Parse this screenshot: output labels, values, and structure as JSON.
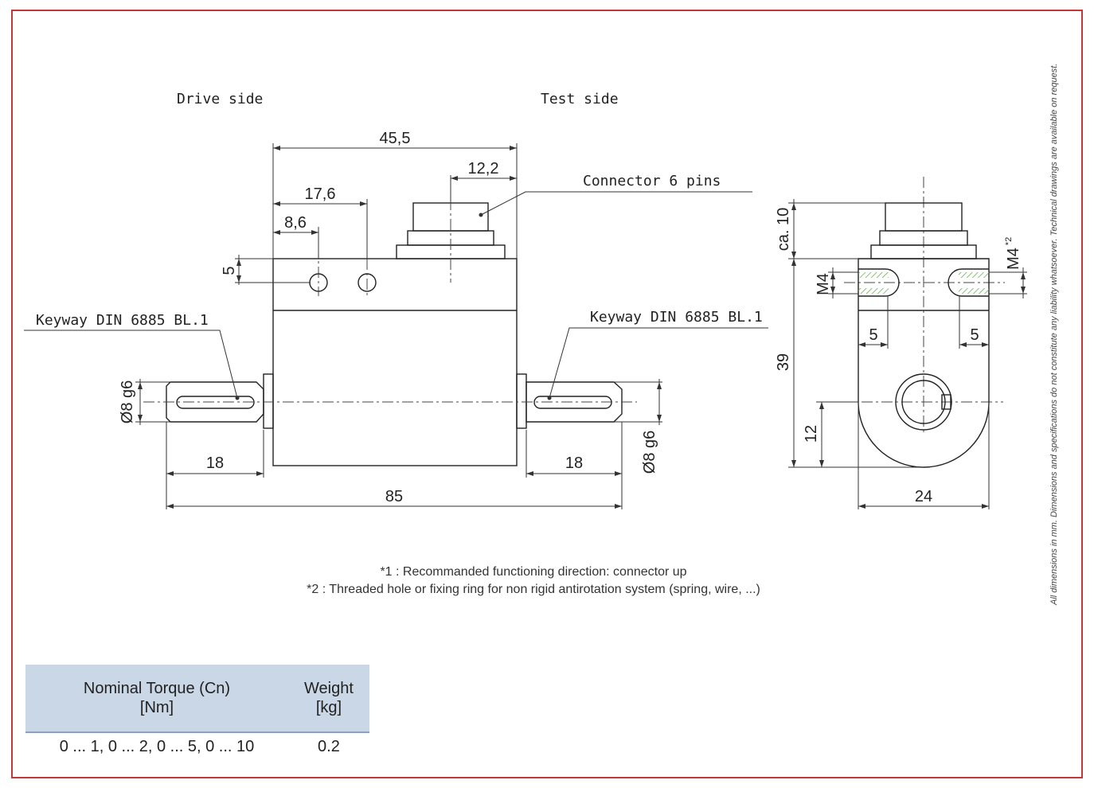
{
  "labels": {
    "drive_side": "Drive side",
    "test_side": "Test side",
    "connector": "Connector 6 pins",
    "keyway_left": "Keyway DIN 6885 BL.1",
    "keyway_right": "Keyway DIN 6885 BL.1"
  },
  "dimensions": {
    "overall_body": "45,5",
    "connector_offset": "12,2",
    "hole2": "17,6",
    "hole1": "8,6",
    "hole_height": "5",
    "shaft_left_dia": "Ø8 g6",
    "shaft_right_dia": "Ø8 g6",
    "shaft_left_len": "18",
    "shaft_right_len": "18",
    "total_length": "85",
    "connector_height": "ca. 10",
    "thread_left": "M4",
    "thread_right": "M4",
    "thread_note_mark": "*2",
    "thread_depth_left": "5",
    "thread_depth_right": "5",
    "body_height": "39",
    "axis_height": "12",
    "body_width": "24"
  },
  "notes": {
    "note1": "*1 : Recommanded functioning direction: connector up",
    "note2": "*2 : Threaded hole or fixing ring for non rigid antirotation system (spring, wire, ...)"
  },
  "disclaimer": "All dimensions in mm. Dimensions and specifications do not constitute any liability whatsoever. Technical drawings are available on request.",
  "spec_table": {
    "headers": [
      "Nominal Torque (Cn)\n[Nm]",
      "Weight\n[kg]"
    ],
    "header1_line1": "Nominal Torque (Cn)",
    "header1_line2": "[Nm]",
    "header2_line1": "Weight",
    "header2_line2": "[kg]",
    "rows": [
      {
        "torque": "0 ... 1, 0 ... 2, 0 ... 5, 0 ... 10",
        "weight": "0.2"
      }
    ]
  },
  "colors": {
    "frame": "#c0393b",
    "table_header": "#c9d7e6",
    "hatch": "#6aa84f"
  }
}
